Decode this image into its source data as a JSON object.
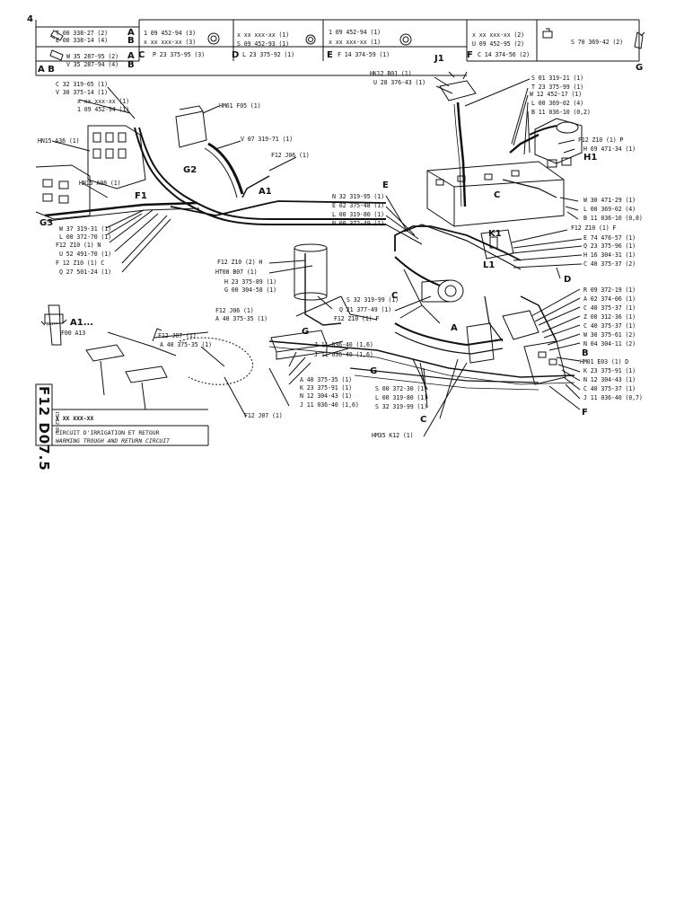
{
  "sheet": {
    "page_number": "4",
    "reference_vertical": "F12 D07.5",
    "date_vertical": "15-12-88",
    "code": "X XX XXX-XX",
    "caption_fr": "CIRCUIT D'IRRIGATION ET RETOUR",
    "caption_en": "WARMING TROUGH AND RETURN CIRCUIT"
  },
  "header_boxes": [
    {
      "lines": [
        "T 00 338-27 (2)",
        "E 00 338-14 (4)"
      ],
      "tags": [
        "A",
        "B"
      ]
    },
    {
      "lines": [
        "W 35 287-95 (2)",
        "V 35 287-94 (4)"
      ],
      "tags": [
        "A",
        "B"
      ]
    },
    {
      "corner": "A  B"
    },
    {
      "lines": [
        "1 09 452-94 (3)",
        "x xx xxx-xx (3)"
      ],
      "foot": "P 23 375-95 (3)",
      "foot_tag": "C"
    },
    {
      "lines": [
        "x xx xxx-xx (1)",
        "S 09 452-93 (1)"
      ],
      "foot": "L 23 375-92 (1)",
      "foot_tag": "D"
    },
    {
      "lines": [
        "1 09 452-94 (1)",
        "x xx xxx-xx (1)"
      ],
      "foot": "F 14 374-59 (1)",
      "foot_tag": "E"
    },
    {
      "lines": [
        "x xx xxx-xx (2)",
        "U 09 452-95 (2)"
      ],
      "foot": "C 14 374-56 (2)",
      "foot_tag": "F"
    },
    {
      "lines": [
        "S 70 369-42 (2)"
      ],
      "foot_tag": "G"
    }
  ],
  "callouts_left": [
    "C 32 319-65 (1)",
    "V 30 375-14 (1)",
    "x xx xxx-xx (1)",
    "1 09 452-94 (1)",
    "HN15 A36 (1)",
    "HN15 A08 (1)",
    "W 37 319-31 (1)",
    "L 00 372-70 (1)",
    "F12 Z10 (1) N",
    "U 52 491-70 (1)",
    "F 12 Z10 (1) C",
    "Q 27 501-24 (1)"
  ],
  "callouts_mid": [
    "HM61 F05 (1)",
    "V 07 319-71 (1)",
    "F12 J06 (1)",
    "F12 Z10 (2) H",
    "HT08 B07 (1)",
    "H 23 375-89 (1)",
    "G 00 304-58 (1)",
    "F12 J06 (1)",
    "A 40 375-35 (1)",
    "N 32 319-95 (1)",
    "E 02 375-48 (1)",
    "L 00 319-80 (1)",
    "N 00 372-49 (1)",
    "Q 21 377-49 (1)",
    "S 32 319-99 (1)",
    "F12 Z10 (1) F",
    "F00 A13",
    "F12 J07 (1)",
    "A 40 375-35 (1)",
    "J 11 036-40 (1,6)",
    "J 11 036-40 (1,6)",
    "A 40 375-35 (1)",
    "K 23 375-91 (1)",
    "N 12 304-43 (1)",
    "J 11 036-40 (1,6)",
    "F12 J07 (1)",
    "S 00 372-30 (1)",
    "L 00 319-80 (1)",
    "S 32 319-99 (1)",
    "HM35 K12 (1)"
  ],
  "callouts_right": [
    "HK12 B01 (1)",
    "U 28 376-43 (1)",
    "S 01 319-21 (1)",
    "T 23 375-99 (1)",
    "W 12 452-17 (1)",
    "L 00 369-02 (4)",
    "B 11 036-10 (0,2)",
    "F12 Z10 (1) P",
    "H 69 471-34 (1)",
    "W 30 471-29 (1)",
    "L 00 369-02 (4)",
    "B 11 036-10 (0,8)",
    "F12 Z10 (1) F",
    "E 74 476-57 (1)",
    "Q 23 375-96 (1)",
    "H 16 304-31 (1)",
    "C 40 375-37 (2)",
    "R 09 372-19 (1)",
    "A 02 374-06 (1)",
    "C 40 375-37 (1)",
    "Z 00 312-36 (1)",
    "C 40 375-37 (1)",
    "W 30 375-61 (2)",
    "N 04 304-11 (2)",
    "HM01 E03 (1) D",
    "K 23 375-91 (1)",
    "N 12 304-43 (1)",
    "C 40 375-37 (1)",
    "J 11 036-40 (0,7)"
  ],
  "ref_letters": {
    "g2": "G2",
    "a1": "A1",
    "f1": "F1",
    "g3": "G3",
    "j1": "J1",
    "h1": "H1",
    "e": "E",
    "c1": "C",
    "k1": "K1",
    "l1": "L1",
    "c2": "C",
    "d": "D",
    "g": "G",
    "a": "A",
    "b": "B",
    "c3": "C",
    "f": "F",
    "g4": "G",
    "a1inset": "A1..."
  }
}
